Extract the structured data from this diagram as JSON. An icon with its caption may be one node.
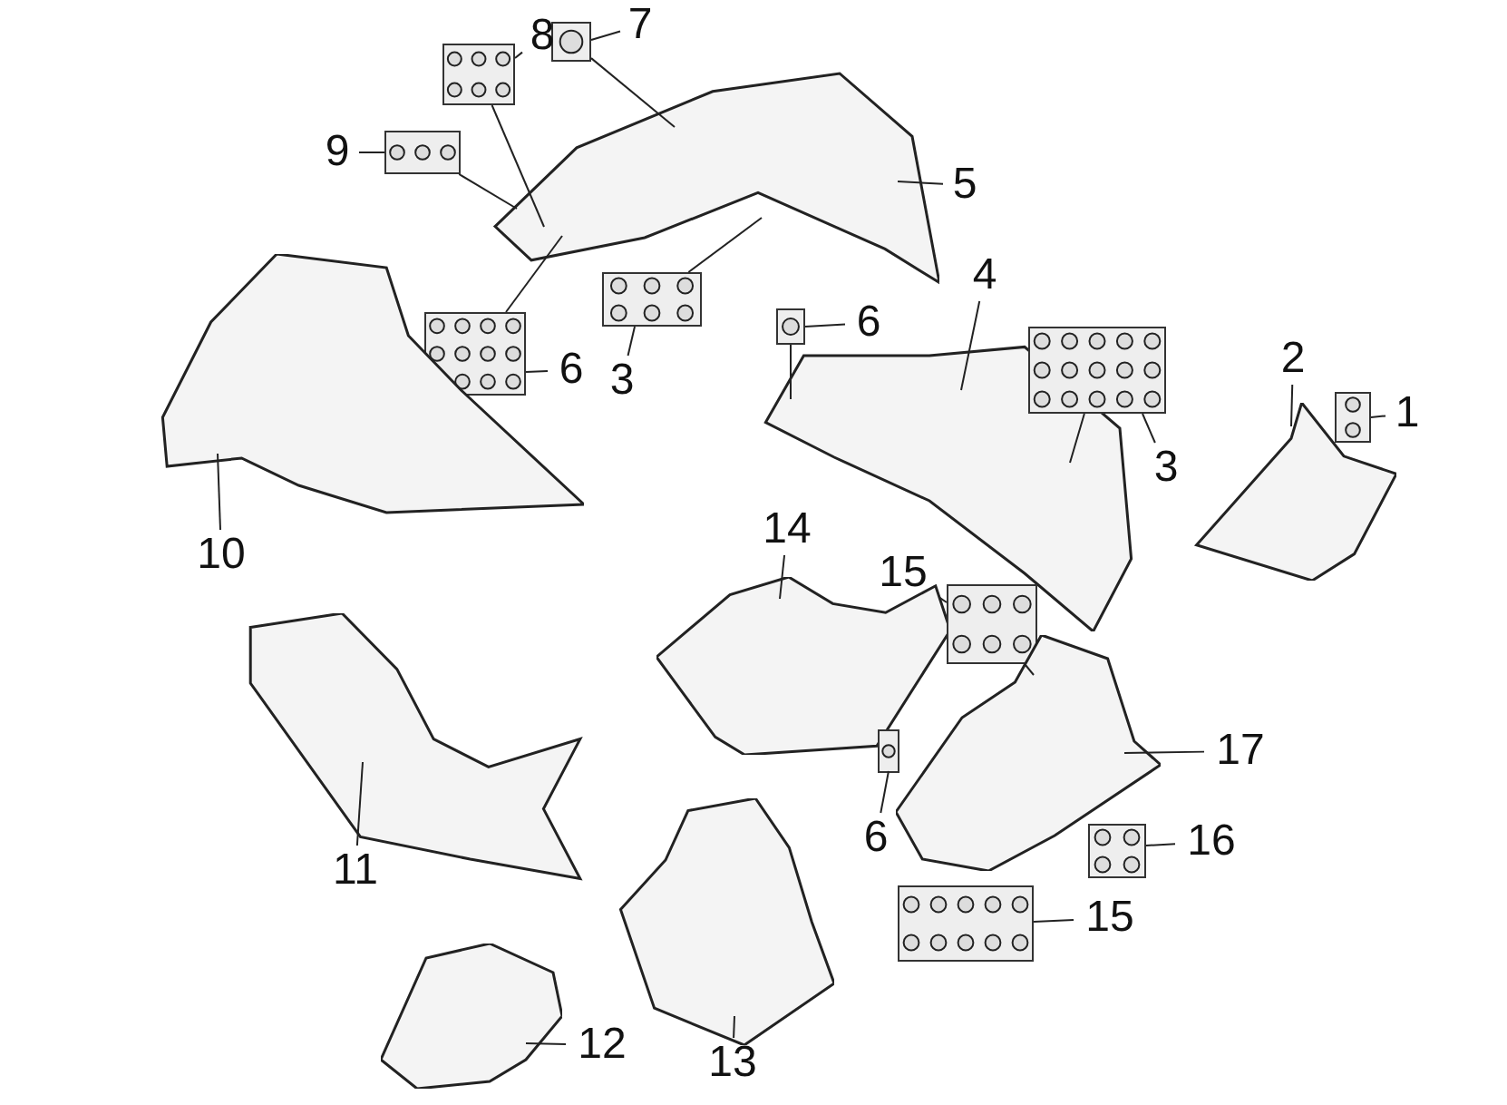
{
  "diagram": {
    "nodes": [
      {
        "text": [
          "8"
        ]
      },
      {
        "text": [],
        "shape": "picture"
      },
      {
        "text": [
          "7"
        ]
      },
      {
        "text": [],
        "shape": "picture"
      },
      {
        "text": [
          "9"
        ]
      },
      {
        "text": [],
        "shape": "picture"
      },
      {
        "text": [
          "5"
        ]
      },
      {
        "text": [],
        "shape": "picture"
      },
      {
        "text": [
          "6"
        ]
      },
      {
        "text": [],
        "shape": "picture"
      },
      {
        "text": [
          "3"
        ]
      },
      {
        "text": [],
        "shape": "picture"
      },
      {
        "text": [
          "10"
        ]
      },
      {
        "text": [],
        "shape": "picture"
      },
      {
        "text": [
          "4"
        ]
      },
      {
        "text": [],
        "shape": "picture"
      },
      {
        "text": [
          "6"
        ]
      },
      {
        "text": [],
        "shape": "picture"
      },
      {
        "text": [
          "3"
        ]
      },
      {
        "text": [],
        "shape": "picture"
      },
      {
        "text": [
          "2"
        ]
      },
      {
        "text": [],
        "shape": "picture"
      },
      {
        "text": [
          "1"
        ]
      },
      {
        "text": [],
        "shape": "picture"
      },
      {
        "text": [
          "14"
        ]
      },
      {
        "text": [],
        "shape": "picture"
      },
      {
        "text": [
          "15"
        ]
      },
      {
        "text": [],
        "shape": "picture"
      },
      {
        "text": [
          "17"
        ]
      },
      {
        "text": [],
        "shape": "picture"
      },
      {
        "text": [
          "6"
        ]
      },
      {
        "text": [],
        "shape": "picture"
      },
      {
        "text": [
          "16"
        ]
      },
      {
        "text": [],
        "shape": "picture"
      },
      {
        "text": [
          "15"
        ]
      },
      {
        "text": [],
        "shape": "picture"
      },
      {
        "text": [
          "11"
        ]
      },
      {
        "text": [],
        "shape": "picture"
      },
      {
        "text": [
          "12"
        ]
      },
      {
        "text": [],
        "shape": "picture"
      },
      {
        "text": [
          "13"
        ]
      },
      {
        "text": [],
        "shape": "picture"
      }
    ],
    "edges": [
      {
        "from": 0,
        "to": 1,
        "arrow": "none"
      },
      {
        "from": 1,
        "to": 7,
        "arrow": "none"
      },
      {
        "from": 2,
        "to": 3,
        "arrow": "none"
      },
      {
        "from": 3,
        "to": 7,
        "arrow": "none"
      },
      {
        "from": 4,
        "to": 5,
        "arrow": "none"
      },
      {
        "from": 5,
        "to": 7,
        "arrow": "none"
      },
      {
        "from": 6,
        "to": 7,
        "arrow": "none"
      },
      {
        "from": 8,
        "to": 9,
        "arrow": "none"
      },
      {
        "from": 9,
        "to": 7,
        "arrow": "none"
      },
      {
        "from": 10,
        "to": 11,
        "arrow": "none"
      },
      {
        "from": 11,
        "to": 7,
        "arrow": "none"
      },
      {
        "from": 12,
        "to": 13,
        "arrow": "none"
      },
      {
        "from": 14,
        "to": 15,
        "arrow": "none"
      },
      {
        "from": 16,
        "to": 17,
        "arrow": "none"
      },
      {
        "from": 17,
        "to": 15,
        "arrow": "none"
      },
      {
        "from": 18,
        "to": 19,
        "arrow": "none"
      },
      {
        "from": 19,
        "to": 15,
        "arrow": "none"
      },
      {
        "from": 20,
        "to": 21,
        "arrow": "none"
      },
      {
        "from": 22,
        "to": 23,
        "arrow": "none"
      },
      {
        "from": 24,
        "to": 25,
        "arrow": "none"
      },
      {
        "from": 26,
        "to": 27,
        "arrow": "none"
      },
      {
        "from": 27,
        "to": 29,
        "arrow": "none"
      },
      {
        "from": 28,
        "to": 29,
        "arrow": "none"
      },
      {
        "from": 30,
        "to": 31,
        "arrow": "none"
      },
      {
        "from": 32,
        "to": 33,
        "arrow": "none"
      },
      {
        "from": 34,
        "to": 35,
        "arrow": "none"
      },
      {
        "from": 36,
        "to": 37,
        "arrow": "none"
      },
      {
        "from": 38,
        "to": 39,
        "arrow": "none"
      },
      {
        "from": 40,
        "to": 41,
        "arrow": "none"
      }
    ]
  }
}
